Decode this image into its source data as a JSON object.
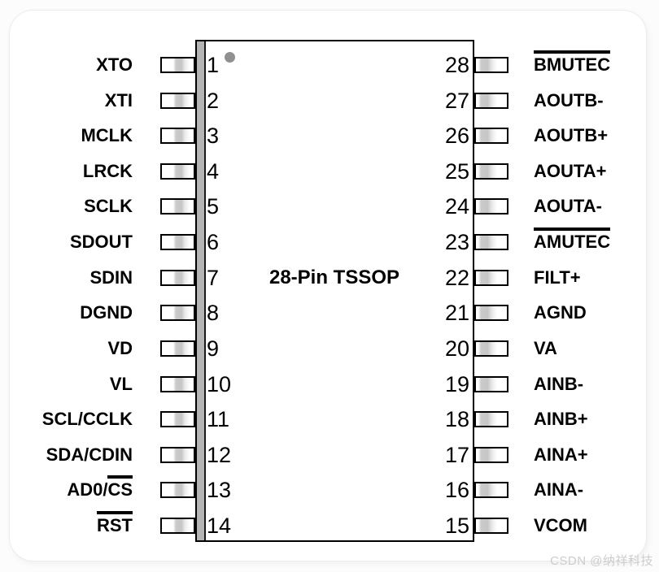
{
  "chip": {
    "title": "28-Pin TSSOP"
  },
  "pins": {
    "left": [
      {
        "number": "1",
        "plain": "XTO",
        "over": ""
      },
      {
        "number": "2",
        "plain": "XTI",
        "over": ""
      },
      {
        "number": "3",
        "plain": "MCLK",
        "over": ""
      },
      {
        "number": "4",
        "plain": "LRCK",
        "over": ""
      },
      {
        "number": "5",
        "plain": "SCLK",
        "over": ""
      },
      {
        "number": "6",
        "plain": "SDOUT",
        "over": ""
      },
      {
        "number": "7",
        "plain": "SDIN",
        "over": ""
      },
      {
        "number": "8",
        "plain": "DGND",
        "over": ""
      },
      {
        "number": "9",
        "plain": "VD",
        "over": ""
      },
      {
        "number": "10",
        "plain": "VL",
        "over": ""
      },
      {
        "number": "11",
        "plain": "SCL/CCLK",
        "over": ""
      },
      {
        "number": "12",
        "plain": "SDA/CDIN",
        "over": ""
      },
      {
        "number": "13",
        "plain": "AD0/",
        "over": "CS"
      },
      {
        "number": "14",
        "plain": "",
        "over": "RST"
      }
    ],
    "right": [
      {
        "number": "28",
        "plain": "",
        "over": "BMUTEC"
      },
      {
        "number": "27",
        "plain": "AOUTB-",
        "over": ""
      },
      {
        "number": "26",
        "plain": "AOUTB+",
        "over": ""
      },
      {
        "number": "25",
        "plain": "AOUTA+",
        "over": ""
      },
      {
        "number": "24",
        "plain": "AOUTA-",
        "over": ""
      },
      {
        "number": "23",
        "plain": "",
        "over": "AMUTEC"
      },
      {
        "number": "22",
        "plain": "FILT+",
        "over": ""
      },
      {
        "number": "21",
        "plain": "AGND",
        "over": ""
      },
      {
        "number": "20",
        "plain": "VA",
        "over": ""
      },
      {
        "number": "19",
        "plain": "AINB-",
        "over": ""
      },
      {
        "number": "18",
        "plain": "AINB+",
        "over": ""
      },
      {
        "number": "17",
        "plain": "AINA+",
        "over": ""
      },
      {
        "number": "16",
        "plain": "AINA-",
        "over": ""
      },
      {
        "number": "15",
        "plain": "VCOM",
        "over": ""
      }
    ]
  },
  "watermark": "CSDN @纳祥科技",
  "colors": {
    "chip_border": "#000000",
    "chip_spine": "#b5b5b5",
    "pin_band": "#c6c6c6",
    "pin1_dot": "#909090",
    "watermark": "#cccccc"
  }
}
